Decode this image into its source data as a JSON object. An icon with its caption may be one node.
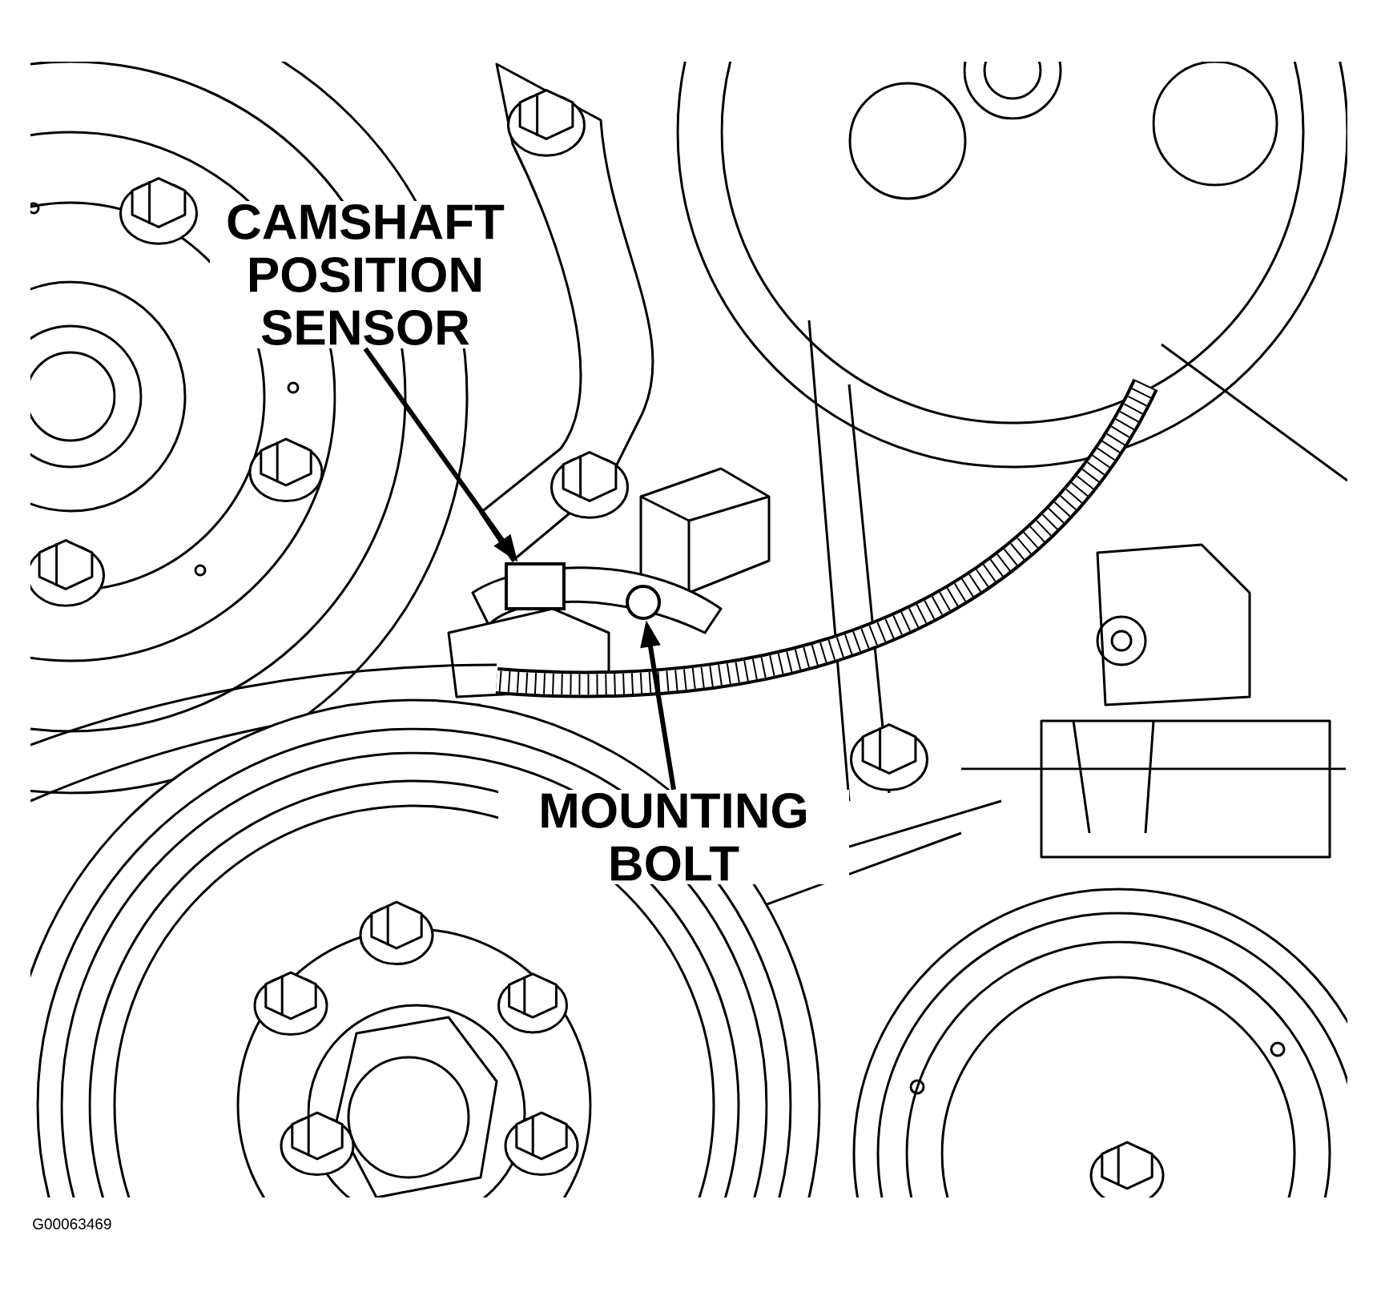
{
  "diagram": {
    "nodes": [
      {
        "text": [
          "CAMSHAFT POSITION SENSOR"
        ]
      },
      {
        "text": [],
        "shape": "box"
      },
      {
        "text": [
          "MOUNTING BOLT"
        ]
      },
      {
        "text": [],
        "shape": "circle"
      }
    ],
    "edges": [
      {
        "from": 0,
        "to": 1,
        "arrow": "to"
      },
      {
        "from": 2,
        "to": 3,
        "arrow": "to"
      }
    ],
    "labels": [
      "G00063469"
    ]
  }
}
